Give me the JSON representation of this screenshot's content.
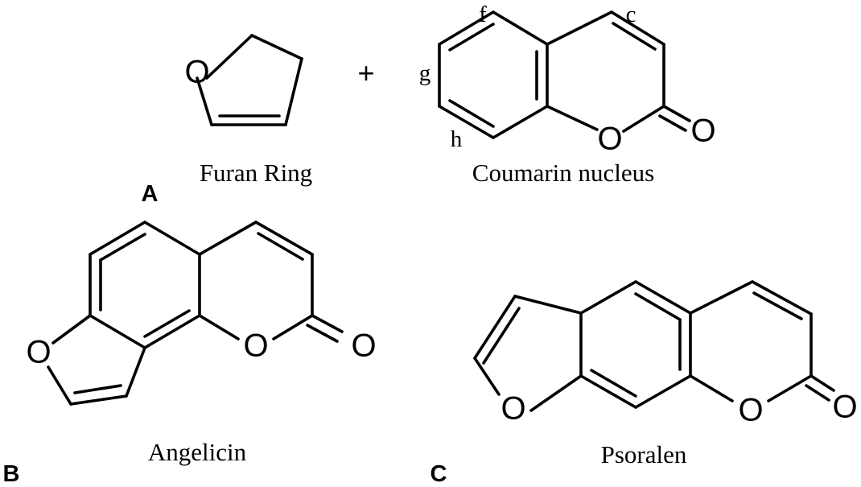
{
  "panel_a": {
    "letter": "A",
    "furan_label": "Furan Ring",
    "coumarin_label": "Coumarin nucleus",
    "operator": "+",
    "furan_atom": "O",
    "coumarin_ring_o": "O",
    "coumarin_carbonyl_o": "O",
    "positions": {
      "f": "f",
      "c": "c",
      "g": "g",
      "h": "h"
    }
  },
  "panel_b": {
    "letter": "B",
    "compound": "Angelicin",
    "furan_o": "O",
    "ring_o": "O",
    "carbonyl_o": "O"
  },
  "panel_c": {
    "letter": "C",
    "compound": "Psoralen",
    "furan_o": "O",
    "ring_o": "O",
    "carbonyl_o": "O"
  }
}
